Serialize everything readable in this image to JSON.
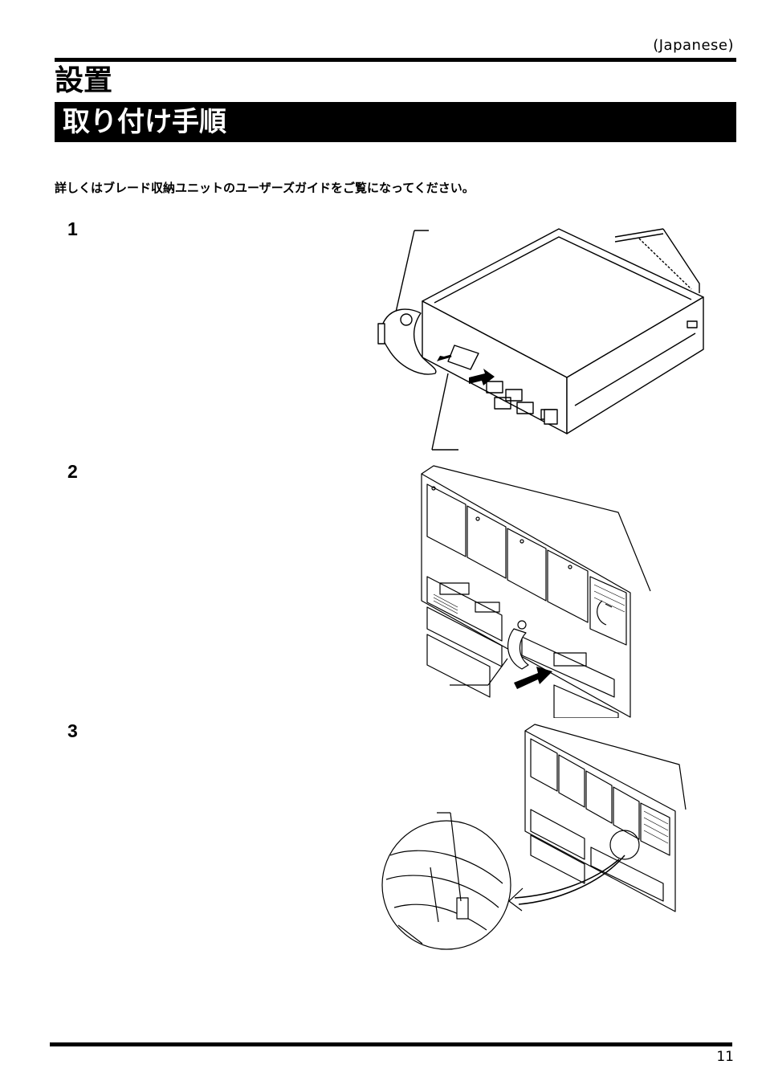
{
  "language_tag": "(Japanese)",
  "heading": "設置",
  "subheading": "取り付け手順",
  "intro_text": "詳しくはブレード収納ユニットのユーザーズガイドをご覧になってください。",
  "steps": [
    {
      "number": "1"
    },
    {
      "number": "2"
    },
    {
      "number": "3"
    }
  ],
  "page_number": "11"
}
